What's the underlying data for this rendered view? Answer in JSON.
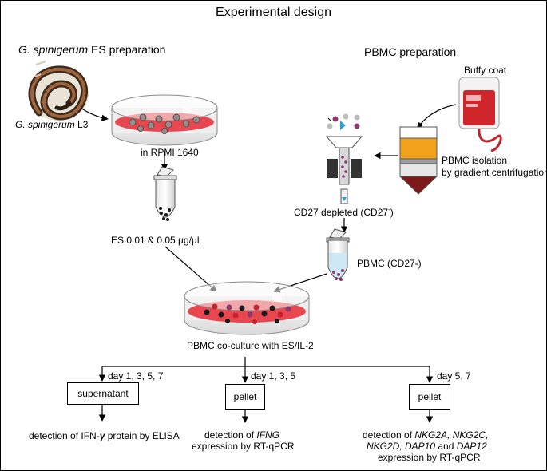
{
  "title": "Experimental design",
  "es_section": {
    "heading_italic": "G. spinigerum",
    "heading_rest": " ES preparation",
    "larva_label_italic": "G. spinigerum",
    "larva_label_rest": " L3",
    "medium_label": "in RPMI 1640",
    "es_conc_label": "ES 0.01 & 0.05 µg/µl"
  },
  "pbmc_section": {
    "heading": "PBMC preparation",
    "buffy_label": "Buffy coat",
    "isolation_line1": "PBMC isolation",
    "isolation_line2": "by gradient centrifugation",
    "depleted_label": "CD27 depleted (CD27",
    "depleted_sup": "-",
    "depleted_close": ")",
    "pbmc_tube_label": "PBMC (CD27-)"
  },
  "coculture_label": "PBMC co-culture with ES/IL-2",
  "branches": [
    {
      "days": "day 1, 3, 5, 7",
      "box": "supernatant",
      "det_pre": "detection of IFN-",
      "det_gamma": "γ",
      "det_post": " protein by ELISA"
    },
    {
      "days": "day 1, 3, 5",
      "box": "pellet",
      "det_l1_pre": "detection of ",
      "det_l1_gene": "IFNG",
      "det_l2": "expression by RT-qPCR"
    },
    {
      "days": "day 5, 7",
      "box": "pellet",
      "det_l1_pre": "detection of ",
      "det_l1_genes": "NKG2A, NKG2C,",
      "det_l2_genes": "NKG2D, DAP10",
      "det_l2_and": " and ",
      "det_l2_gene2": "DAP12",
      "det_l3": "expression by RT-qPCR"
    }
  ],
  "colors": {
    "dish_liquid": "#e8474f",
    "cell": "#9a8c8c",
    "dark_cell": "#1a1a1a",
    "red_cell": "#c0242c",
    "blood_bag": "#d0262b",
    "plasma_layer": "#f2a11c",
    "pbmc_layer": "#9e9e9e",
    "rbc_layer": "#7e1a1a",
    "bead_blue": "#2a9fd6",
    "tube_blue": "#cde7f5",
    "purple_cell": "#8c3a6e",
    "grey_cell": "#bdbdbd"
  }
}
